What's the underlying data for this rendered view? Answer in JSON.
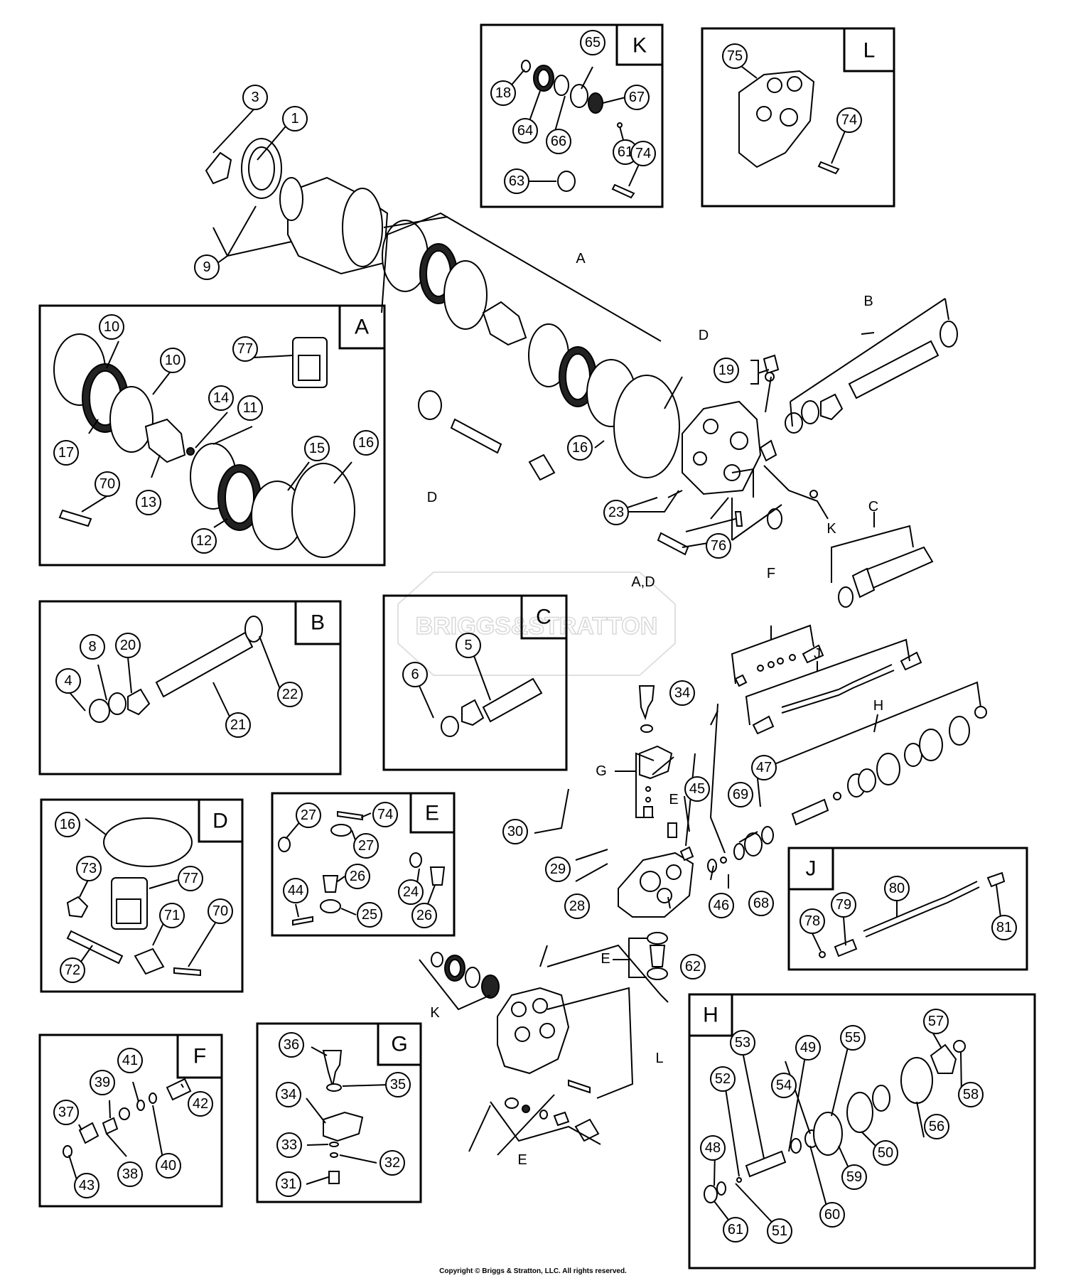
{
  "copyright": "Copyright © Briggs & Stratton, LLC. All rights reserved.",
  "watermark": "BRIGGS&STRATTON",
  "boxes": [
    {
      "id": "K",
      "label": "K"
    },
    {
      "id": "L",
      "label": "L"
    },
    {
      "id": "A",
      "label": "A"
    },
    {
      "id": "B",
      "label": "B"
    },
    {
      "id": "C",
      "label": "C"
    },
    {
      "id": "D",
      "label": "D"
    },
    {
      "id": "E",
      "label": "E"
    },
    {
      "id": "F",
      "label": "F"
    },
    {
      "id": "G",
      "label": "G"
    },
    {
      "id": "J",
      "label": "J"
    },
    {
      "id": "H",
      "label": "H"
    }
  ],
  "callouts": [
    "3",
    "1",
    "9",
    "65",
    "18",
    "64",
    "67",
    "66",
    "61",
    "74",
    "63",
    "75",
    "74",
    "10",
    "77",
    "10",
    "14",
    "11",
    "17",
    "13",
    "70",
    "15",
    "16",
    "12",
    "19",
    "16",
    "23",
    "76",
    "4",
    "8",
    "20",
    "22",
    "21",
    "6",
    "5",
    "34",
    "30",
    "29",
    "28",
    "45",
    "69",
    "47",
    "46",
    "68",
    "62",
    "16",
    "73",
    "77",
    "71",
    "70",
    "72",
    "27",
    "74",
    "27",
    "26",
    "24",
    "44",
    "25",
    "26",
    "80",
    "79",
    "78",
    "81",
    "37",
    "39",
    "41",
    "42",
    "38",
    "40",
    "43",
    "36",
    "35",
    "34",
    "33",
    "32",
    "31",
    "57",
    "53",
    "49",
    "55",
    "52",
    "54",
    "58",
    "48",
    "56",
    "50",
    "59",
    "60",
    "61",
    "51"
  ],
  "letter_labels": [
    "A",
    "D",
    "B",
    "D",
    "K",
    "A,D",
    "C",
    "F",
    "J",
    "H",
    "G",
    "E",
    "E",
    "K",
    "L",
    "E"
  ]
}
